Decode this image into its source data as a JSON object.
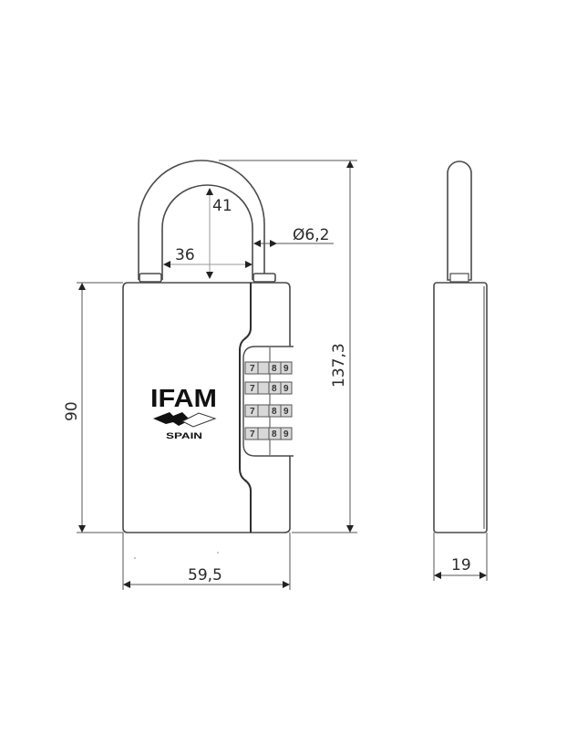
{
  "drawing": {
    "subject": "Combination padlock / key safe technical drawing",
    "units": "mm",
    "stroke_color": "#4a4a4a",
    "dimension_color": "#555555",
    "background": "#ffffff"
  },
  "brand": {
    "name": "IFAM",
    "country": "SPAIN"
  },
  "dimensions": {
    "shackle_inner_height": "41",
    "shackle_inner_width": "36",
    "shackle_diameter": "Ø6,2",
    "overall_height": "137,3",
    "body_height": "90",
    "body_width": "59,5",
    "body_depth": "19"
  },
  "dials": [
    {
      "digits": [
        "7",
        "8",
        "9"
      ]
    },
    {
      "digits": [
        "7",
        "8",
        "9"
      ]
    },
    {
      "digits": [
        "7",
        "8",
        "9"
      ]
    },
    {
      "digits": [
        "7",
        "8",
        "9"
      ]
    }
  ]
}
